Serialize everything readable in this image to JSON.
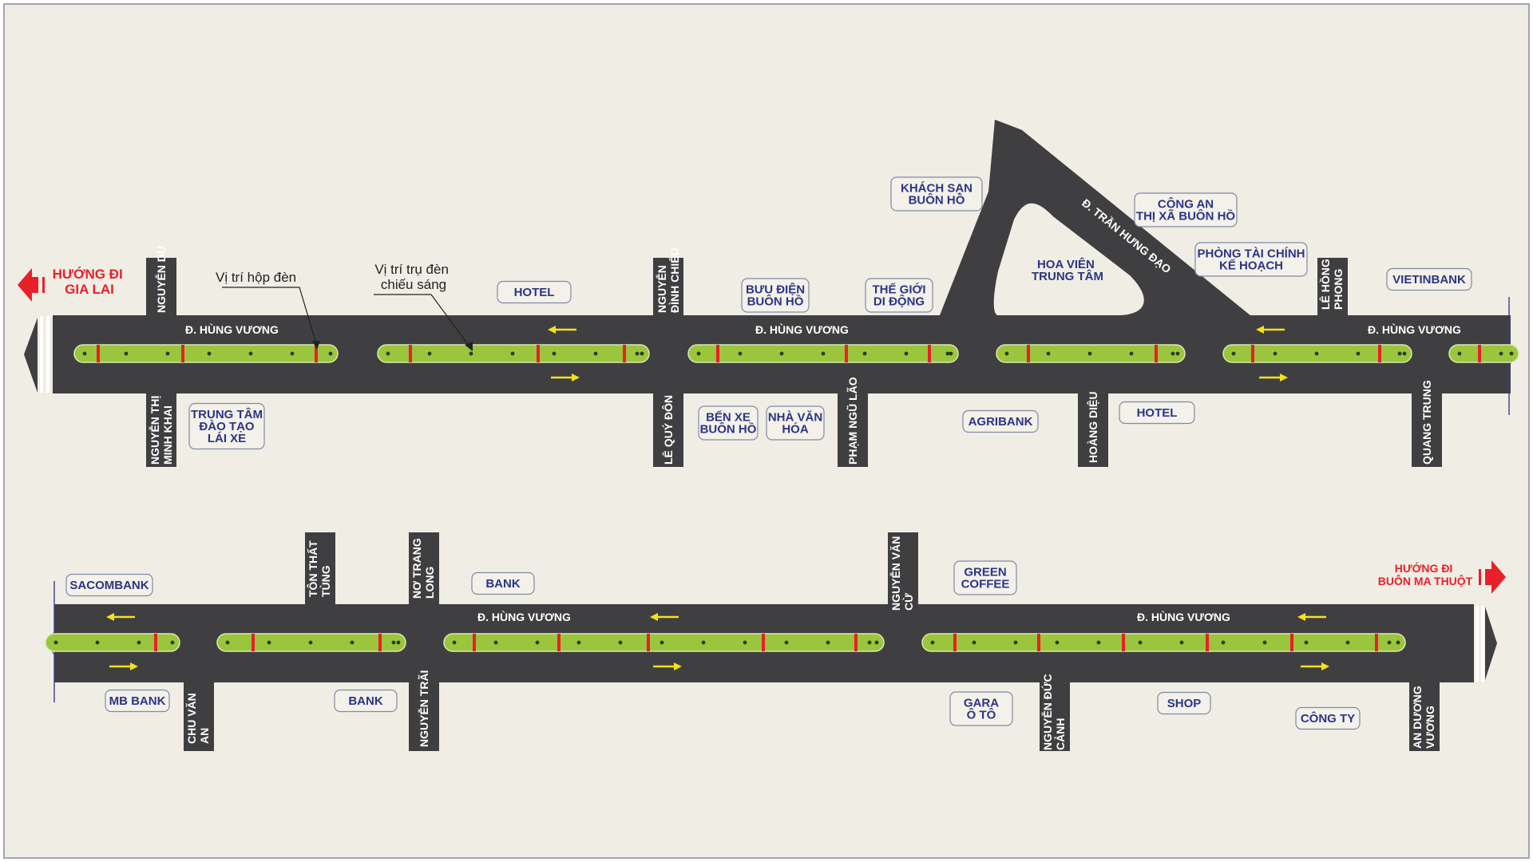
{
  "colors": {
    "road": "#3f3f41",
    "median": "#9bc53d",
    "pole": "#e8202a",
    "arrow": "#f5e21b",
    "label_text": "#2b3585",
    "direction_text": "#e8202a",
    "background": "#f0ede4"
  },
  "legend": {
    "light_box": "Vị trí hộp đèn",
    "light_pole_line1": "Vị trí trụ đèn",
    "light_pole_line2": "chiếu sáng"
  },
  "directions": {
    "left": {
      "line1": "HƯỚNG ĐI",
      "line2": "GIA LAI"
    },
    "right": {
      "line1": "HƯỚNG ĐI",
      "line2": "BUÔN MA THUỘT"
    }
  },
  "main_road_name": "Đ. HÙNG VƯƠNG",
  "tran_hung_dao": "Đ. TRẦN HƯNG ĐẠO",
  "streets": {
    "nguyen_du": "NGUYỄN DU",
    "nguyen_thi_minh_khai": [
      "NGUYỄN THỊ",
      "MINH KHAI"
    ],
    "nguyen_dinh_chieu": [
      "NGUYỄN",
      "ĐÌNH CHIỂU"
    ],
    "le_quy_don": "LÊ QUÝ ĐÔN",
    "pham_ngu_lao": "PHẠM NGŨ LÃO",
    "hoang_dieu": "HOÀNG DIỆU",
    "le_hong_phong": [
      "LÊ HỒNG",
      "PHONG"
    ],
    "quang_trung": "QUANG TRUNG",
    "ton_that_tung": [
      "TÔN THẤT",
      "TÙNG"
    ],
    "no_trang_long": [
      "NƠ TRANG",
      "LONG"
    ],
    "nguyen_van_cu": [
      "NGUYỄN VĂN",
      "CỪ"
    ],
    "chu_van_an": [
      "CHU VĂN",
      "AN"
    ],
    "nguyen_trai": "NGUYỄN TRÃI",
    "nguyen_duc_canh": [
      "NGUYỄN ĐỨC",
      "CẢNH"
    ],
    "an_duong_vuong": [
      "AN DƯƠNG",
      "VƯƠNG"
    ]
  },
  "places": {
    "hotel_1": [
      "HOTEL"
    ],
    "trung_tam_dao_tao": [
      "TRUNG TÂM",
      "ĐÀO TẠO",
      "LÁI XE"
    ],
    "buu_dien": [
      "BƯU ĐIỆN",
      "BUÔN HỒ"
    ],
    "the_gioi_di_dong": [
      "THẾ GIỚI",
      "DI ĐỘNG"
    ],
    "khach_san": [
      "KHÁCH SẠN",
      "BUÔN HỒ"
    ],
    "hoa_vien": [
      "HOA VIÊN",
      "TRUNG TÂM"
    ],
    "cong_an": [
      "CÔNG AN",
      "THỊ XÃ BUÔN HỒ"
    ],
    "phong_tai_chinh": [
      "PHÒNG TÀI CHÍNH",
      "KẾ HOẠCH"
    ],
    "vietinbank": [
      "VIETINBANK"
    ],
    "ben_xe": [
      "BẾN XE",
      "BUÔN HỒ"
    ],
    "nha_van_hoa": [
      "NHÀ VĂN",
      "HÓA"
    ],
    "agribank": [
      "AGRIBANK"
    ],
    "hotel_2": [
      "HOTEL"
    ],
    "sacombank": [
      "SACOMBANK"
    ],
    "bank_1": [
      "BANK"
    ],
    "green_coffee": [
      "GREEN",
      "COFFEE"
    ],
    "mb_bank": [
      "MB BANK"
    ],
    "bank_2": [
      "BANK"
    ],
    "gara": [
      "GARA",
      "Ô TÔ"
    ],
    "shop": [
      "SHOP"
    ],
    "cong_ty": [
      "CÔNG TY"
    ]
  }
}
